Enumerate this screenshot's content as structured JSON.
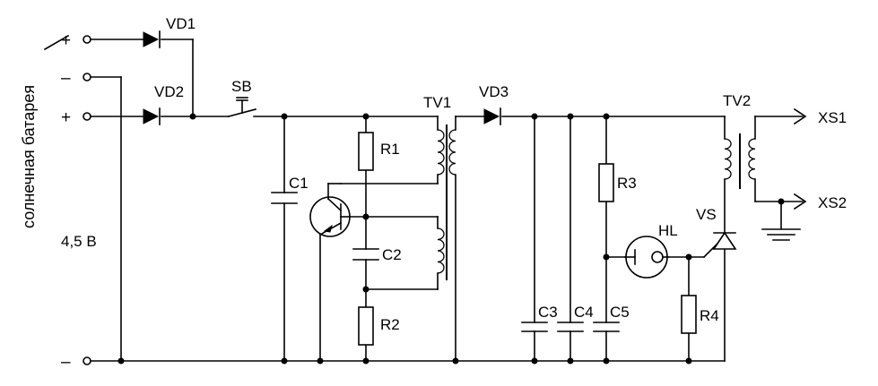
{
  "panel": {
    "label": "солнечная батарея",
    "voltage": "4,5 В"
  },
  "terminals": {
    "plus": "+",
    "minus": "–"
  },
  "labels": {
    "vd1": "VD1",
    "vd2": "VD2",
    "vd3": "VD3",
    "sb": "SB",
    "tv1": "TV1",
    "tv2": "TV2",
    "c1": "C1",
    "c2": "C2",
    "c3": "C3",
    "c4": "C4",
    "c5": "C5",
    "r1": "R1",
    "r2": "R2",
    "r3": "R3",
    "r4": "R4",
    "hl": "HL",
    "vs": "VS",
    "xs1": "XS1",
    "xs2": "XS2"
  }
}
